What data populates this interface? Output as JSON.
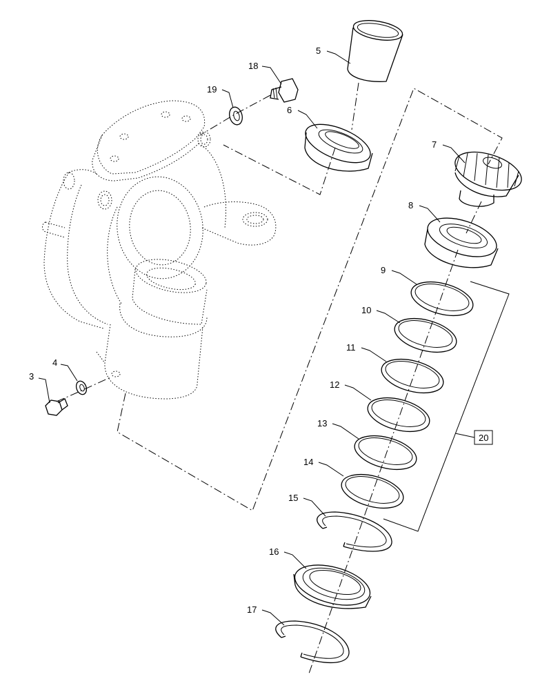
{
  "callouts": {
    "c3": "3",
    "c4": "4",
    "c5": "5",
    "c6": "6",
    "c7": "7",
    "c8": "8",
    "c9": "9",
    "c10": "10",
    "c11": "11",
    "c12": "12",
    "c13": "13",
    "c14": "14",
    "c15": "15",
    "c16": "16",
    "c17": "17",
    "c18": "18",
    "c19": "19",
    "c20": "20"
  }
}
